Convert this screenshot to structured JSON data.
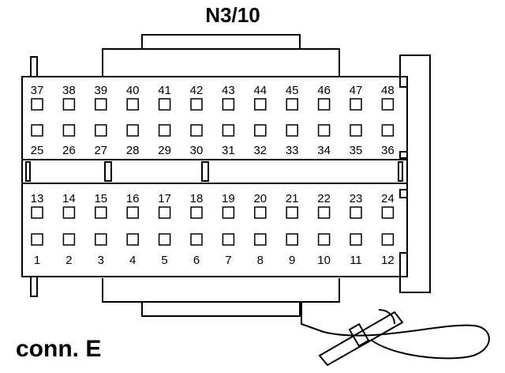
{
  "header": {
    "title": "N3/10"
  },
  "footer": {
    "connector_label": "conn. E"
  },
  "pins": {
    "row1": [
      "37",
      "38",
      "39",
      "40",
      "41",
      "42",
      "43",
      "44",
      "45",
      "46",
      "47",
      "48"
    ],
    "row2": [
      "25",
      "26",
      "27",
      "28",
      "29",
      "30",
      "31",
      "32",
      "33",
      "34",
      "35",
      "36"
    ],
    "row3": [
      "13",
      "14",
      "15",
      "16",
      "17",
      "18",
      "19",
      "20",
      "21",
      "22",
      "23",
      "24"
    ],
    "row4": [
      "1",
      "2",
      "3",
      "4",
      "5",
      "6",
      "7",
      "8",
      "9",
      "10",
      "11",
      "12"
    ]
  },
  "colors": {
    "line": "#000000",
    "background": "#ffffff"
  }
}
